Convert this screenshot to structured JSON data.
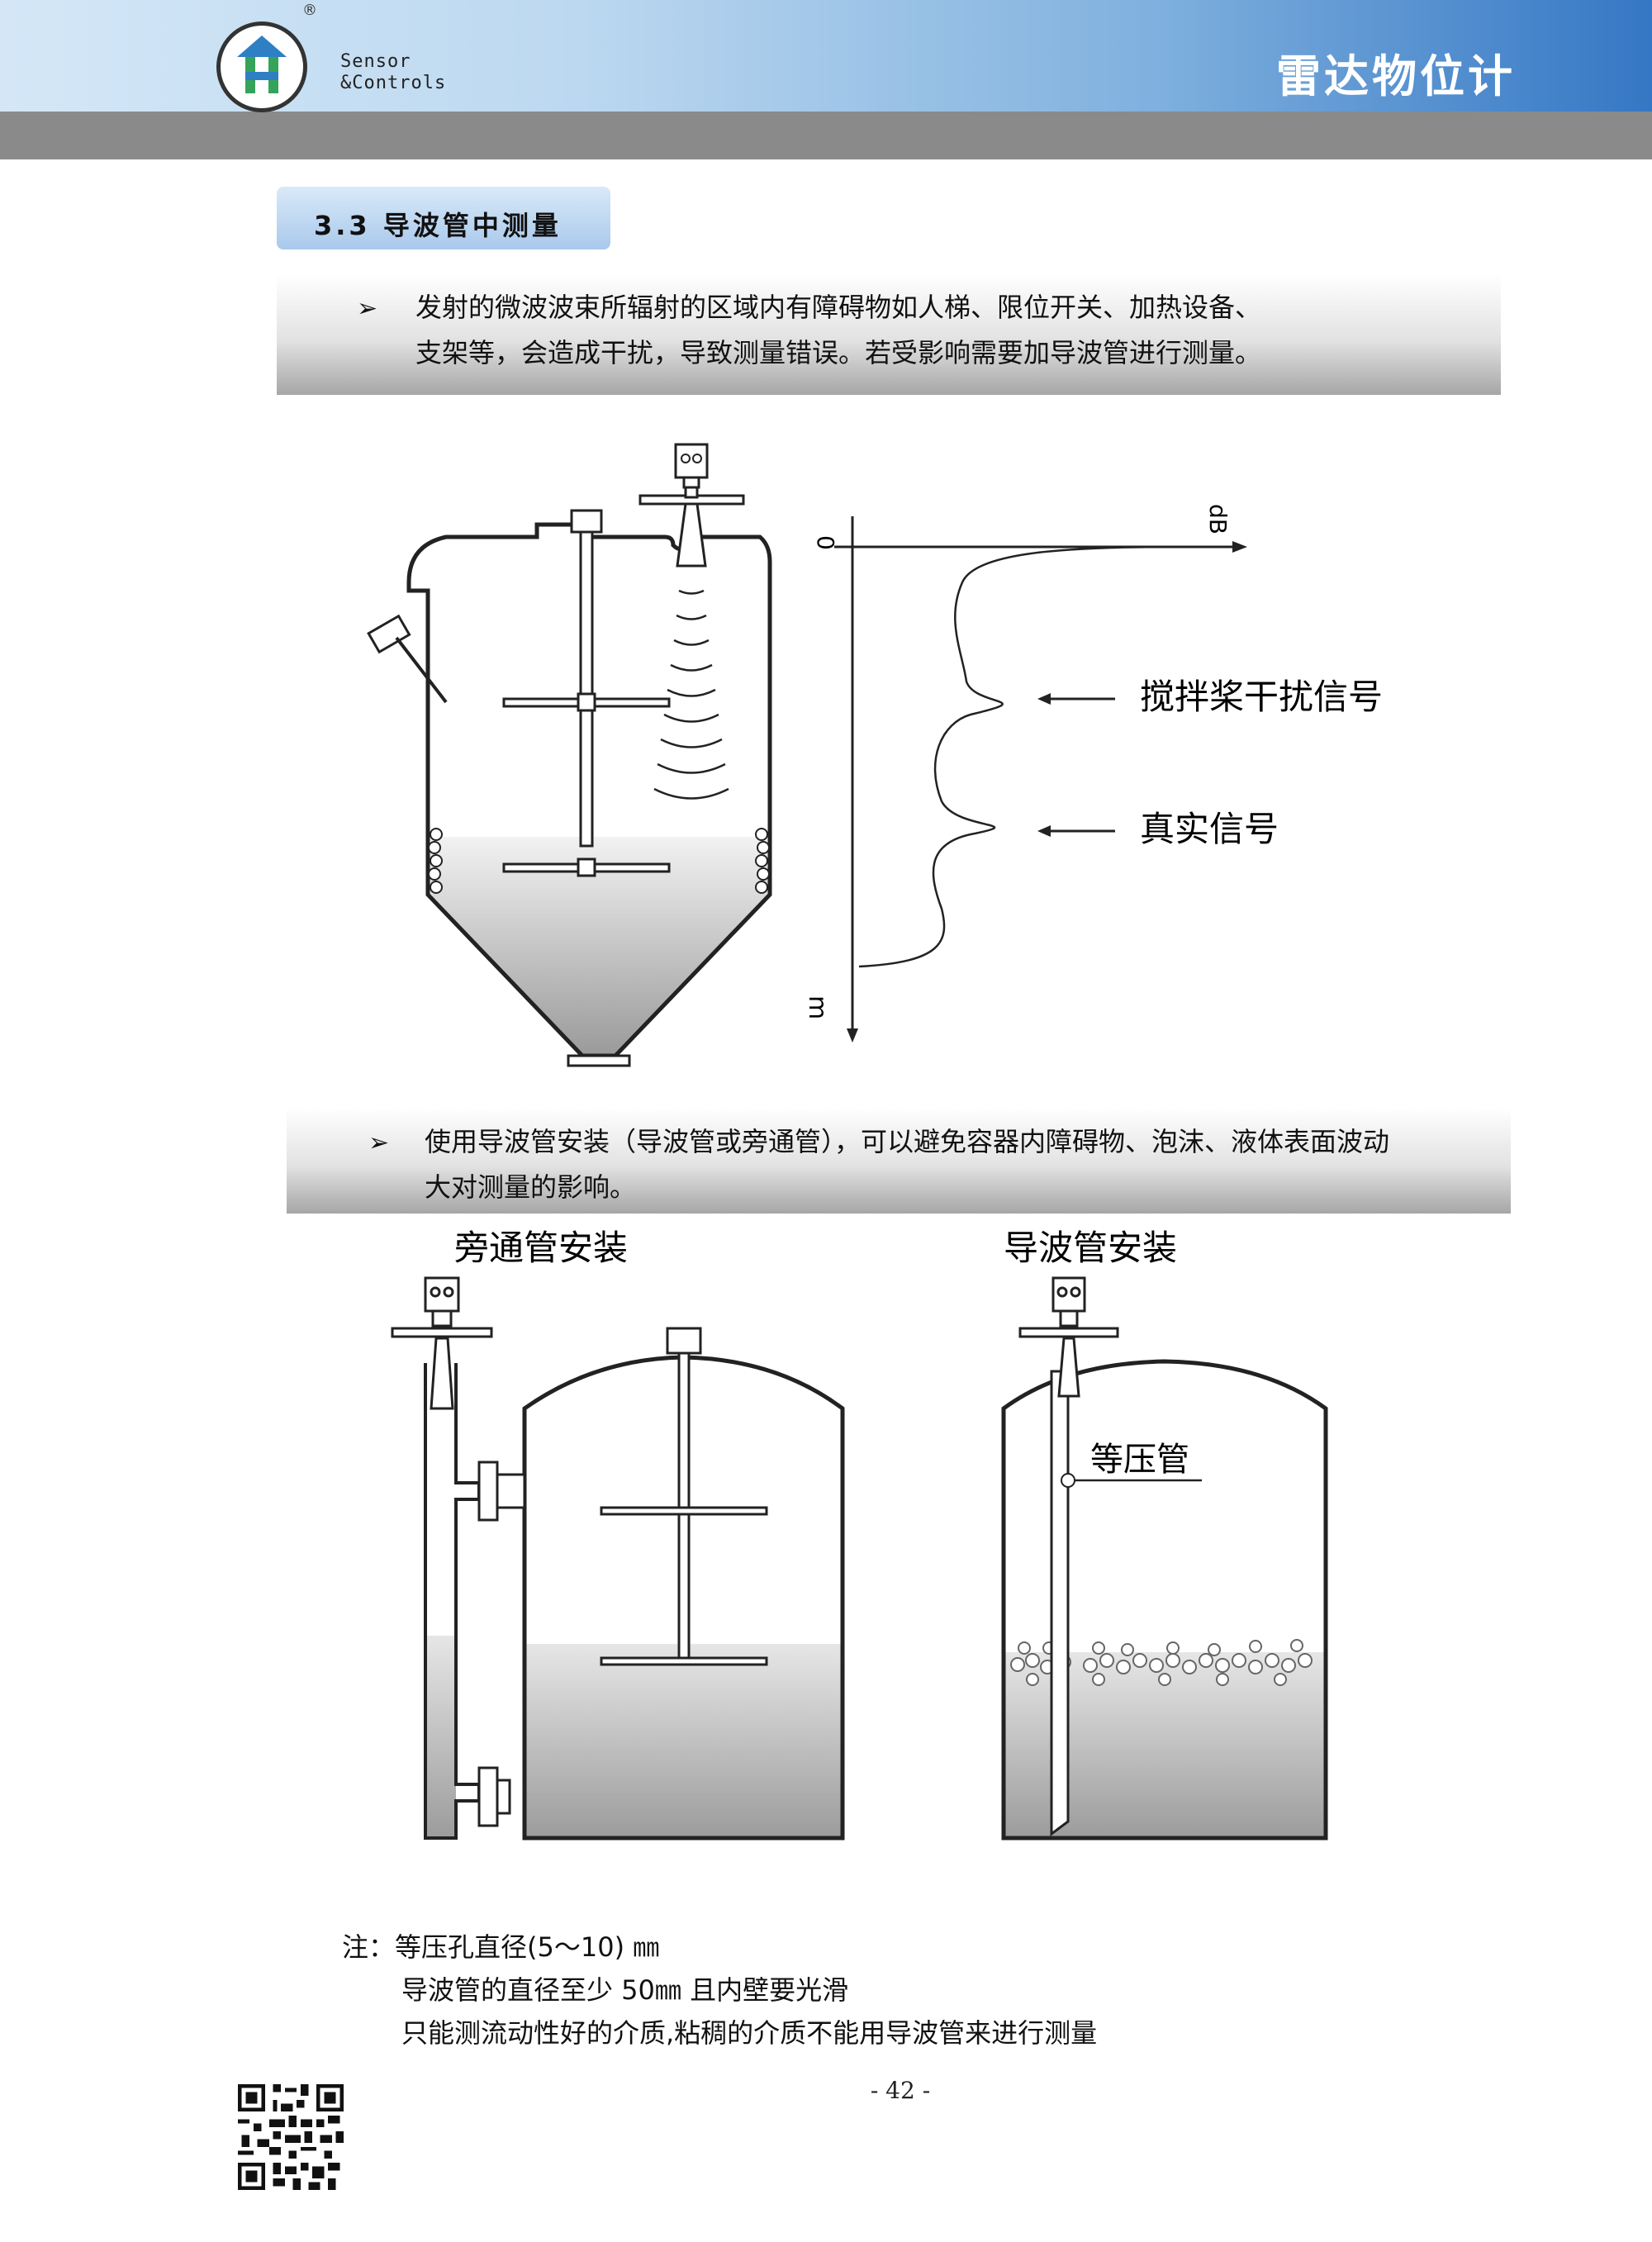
{
  "header": {
    "brand_line1": "Sensor",
    "brand_line2": "&Controls",
    "registered": "®",
    "title": "雷达物位计",
    "colors": {
      "gradient_start": "#d4e7f7",
      "gradient_end": "#3577c4",
      "band": "#8a8a8a"
    }
  },
  "section": {
    "title": "3.3 导波管中测量"
  },
  "bullet1": {
    "marker": "➢",
    "line1": "发射的微波波束所辐射的区域内有障碍物如人梯、限位开关、加热设备、",
    "line2": "支架等，会造成干扰，导致测量错误。若受影响需要加导波管进行测量。"
  },
  "figure1": {
    "axis_zero": "0",
    "axis_db": "dB",
    "axis_m": "m",
    "label_agitator": "搅拌桨干扰信号",
    "label_true": "真实信号"
  },
  "bullet2": {
    "marker": "➢",
    "line1": "使用导波管安装（导波管或旁通管），可以避免容器内障碍物、泡沫、液体表面波动",
    "line2": "大对测量的影响。"
  },
  "figure2": {
    "bypass_title": "旁通管安装",
    "guide_title": "导波管安装",
    "equalizer_label": "等压管"
  },
  "note": {
    "prefix": "注：",
    "line1": "等压孔直径(5～10) ㎜",
    "line2": "导波管的直径至少 50㎜ 且内壁要光滑",
    "line3": "只能测流动性好的介质,粘稠的介质不能用导波管来进行测量"
  },
  "footer": {
    "page": "- 42 -",
    "qr_icon": "qr-code-icon"
  }
}
